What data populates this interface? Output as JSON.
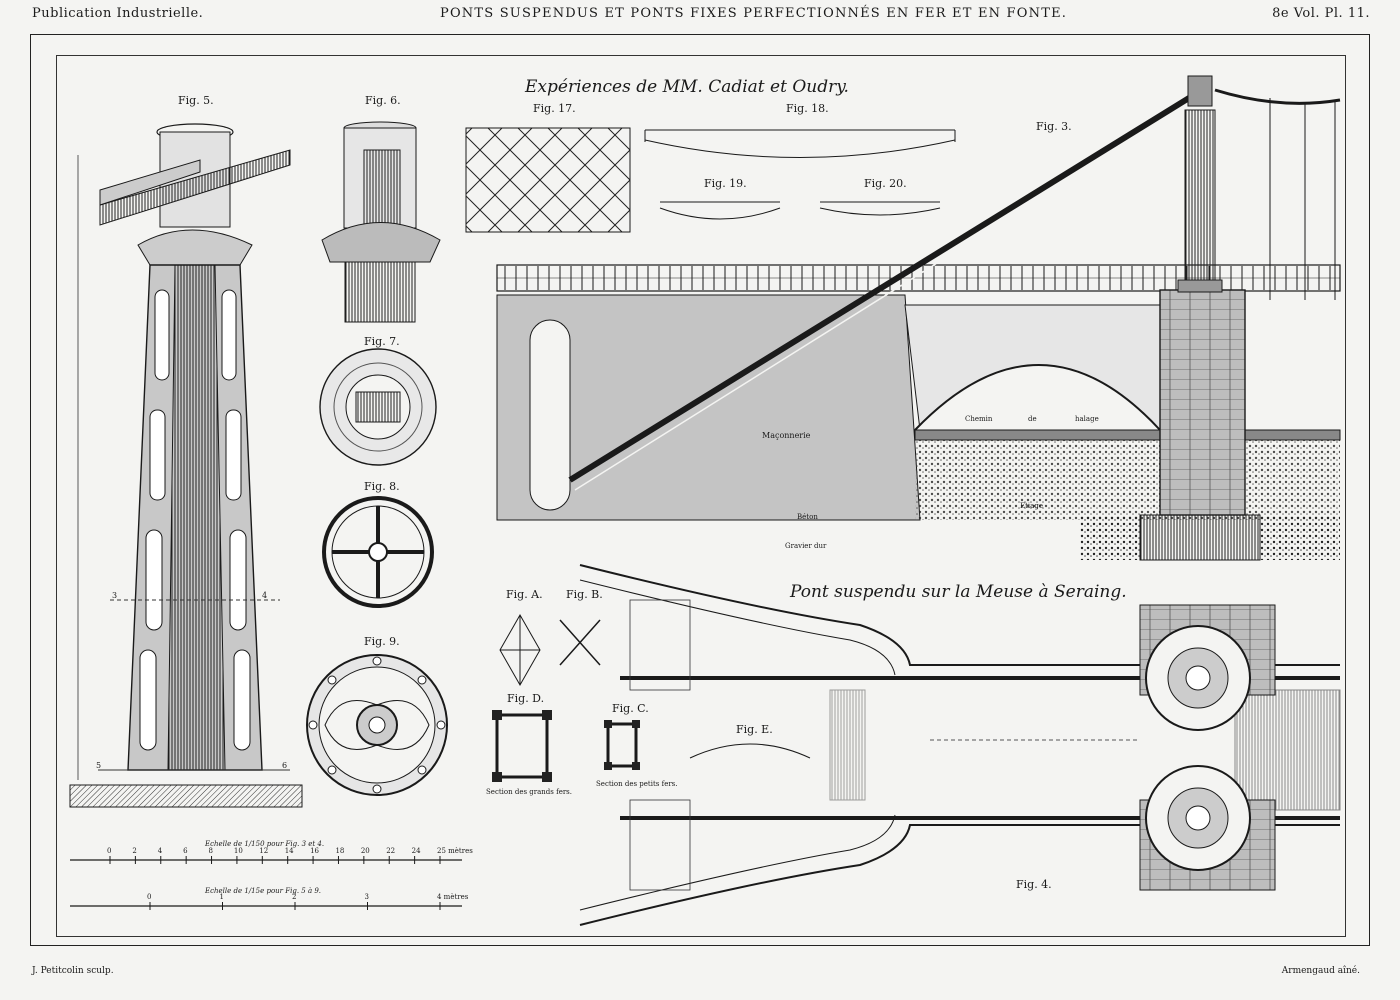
{
  "header": {
    "publication": "Publication Industrielle.",
    "title": "PONTS SUSPENDUS ET PONTS FIXES PERFECTIONNÉS EN FER ET EN FONTE.",
    "volume": "8e Vol.  Pl. 11."
  },
  "captions": {
    "experiments": "Expériences de MM. Cadiat et Oudry.",
    "bridge": "Pont suspendu sur la Meuse à Seraing."
  },
  "figures": {
    "fig5": "Fig. 5.",
    "fig6": "Fig. 6.",
    "fig7": "Fig. 7.",
    "fig8": "Fig. 8.",
    "fig9": "Fig. 9.",
    "fig17": "Fig. 17.",
    "fig18": "Fig. 18.",
    "fig19": "Fig. 19.",
    "fig20": "Fig. 20.",
    "fig3": "Fig. 3.",
    "fig4": "Fig. 4.",
    "figA": "Fig. A.",
    "figB": "Fig. B.",
    "figC": "Fig. C.",
    "figD": "Fig. D.",
    "figE": "Fig. E."
  },
  "labels": {
    "masonry": "Maçonnerie",
    "concrete": "Béton",
    "gravel": "Gravier dur",
    "towpath_1": "Chemin",
    "towpath_2": "de",
    "towpath_3": "halage",
    "low_water": "Etiage",
    "big_bars": "Section des grands fers.",
    "small_bars": "Section des petits fers."
  },
  "scales": {
    "scale1": "Echelle de 1/150 pour Fig. 3 et 4.",
    "scale1_ticks": [
      "0",
      "2",
      "4",
      "6",
      "8",
      "10",
      "12",
      "14",
      "16",
      "18",
      "20",
      "22",
      "24",
      "25 mètres"
    ],
    "scale2": "Echelle de 1/15e pour Fig. 5 à 9.",
    "scale2_ticks": [
      "0",
      "1",
      "2",
      "3",
      "4 mètres"
    ]
  },
  "footer": {
    "engraver": "J. Petitcolin sculp.",
    "author": "Armengaud aîné."
  }
}
